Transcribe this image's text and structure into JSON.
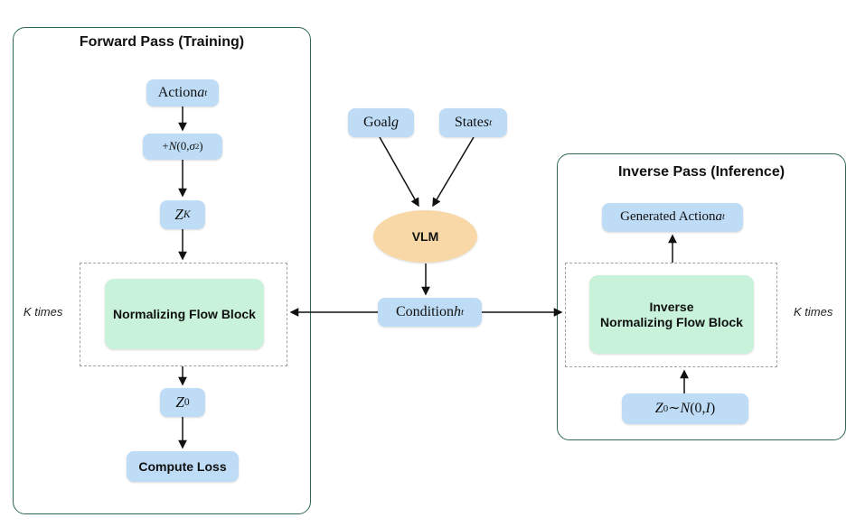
{
  "diagram": {
    "colors": {
      "node_blue": "#BEDCF6",
      "node_green": "#C8F2DA",
      "vlm_orange": "#F8D8A6",
      "panel_border": "#2D6A4F",
      "dashed_border": "#9AA0A6",
      "arrow": "#111111"
    },
    "forward_panel": {
      "title": "Forward Pass (Training)",
      "k_times_label": "K times",
      "nodes": {
        "action": "Action <i>a</i><sub><i>t</i></sub>",
        "noise": "+<i class='cal'>N</i>(0, <i>σ</i><sup>2</sup>)",
        "zk": "<i>Z</i><sub><i>K</i></sub>",
        "flow_block": "Normalizing Flow Block",
        "z0": "<i>Z</i><sub>0</sub>",
        "compute_loss": "Compute Loss"
      }
    },
    "center": {
      "goal": "Goal <i>g</i>",
      "state": "State <i>s</i><sub><i>t</i></sub>",
      "vlm": "VLM",
      "condition": "Condition <i>h</i><sub><i>t</i></sub>"
    },
    "inverse_panel": {
      "title": "Inverse Pass (Inference)",
      "k_times_label": "K times",
      "nodes": {
        "generated_action": "Generated Action <i>a</i><sub><i>t</i></sub>",
        "inverse_flow_block": "Inverse<br>Normalizing Flow Block",
        "z0_sample": "<i>Z</i><sub>0</sub> ∼ <i class='cal'>N</i>(0, <i>I</i>)"
      }
    }
  }
}
